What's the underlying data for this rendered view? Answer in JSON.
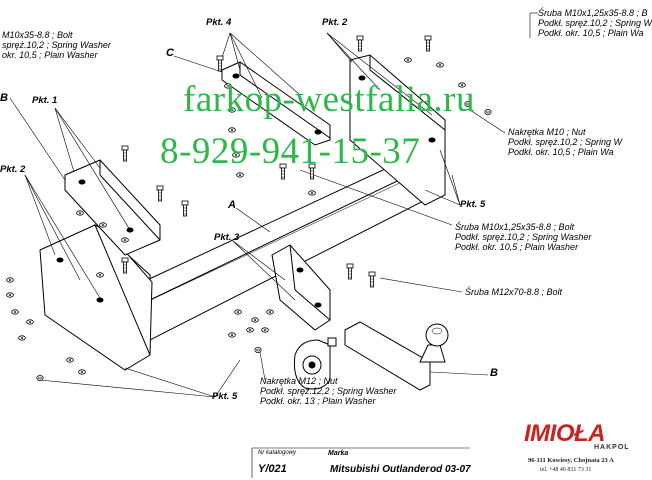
{
  "watermark": {
    "site": "farkop-westfalia.ru",
    "phone": "8-929-941-15-37"
  },
  "labels": {
    "pkt4": "Pkt. 4",
    "pkt2_top": "Pkt. 2",
    "pkt1": "Pkt. 1",
    "pkt2_left": "Pkt. 2",
    "pkt3": "Pkt. 3",
    "pkt5_right": "Pkt. 5",
    "pkt5_bottom": "Pkt. 5",
    "A": "A",
    "B_left": "B",
    "B_right": "B",
    "C": "C"
  },
  "notes": {
    "topleft": [
      "M10x35-8.8 ;  Bolt",
      "spręż.10,2 ; Spring Washer",
      "okr. 10,5 ; Plain Washer"
    ],
    "topright": [
      "Śruba M10x1,25x35-8.8 ;  B",
      "Podkł. spręż.10,2 ; Spring W",
      "Podkł. okr. 10,5 ; Plain Wa"
    ],
    "nut_right": [
      "Nakrętka  M10 ; Nut",
      "Podkł. spręż.10,2 ; Spring W",
      "Podkł. okr. 10,5 ; Plain Wa"
    ],
    "mid_right": [
      "Śruba M10x1,25x35-8.8 ;  Bolt",
      "Podkł. spręż.10,2 ; Spring Washer",
      "Podkł. okr. 10,5 ; Plain Washer"
    ],
    "bolt12": [
      "Śruba M12x70-8.8 ;  Bolt"
    ],
    "nut12": [
      "Nakrętka  M12 ; Nut",
      "Podkł. spręż.12,2 ; Spring Washer",
      "Podkł. okr. 13 ; Plain Washer"
    ]
  },
  "footer": {
    "catalog_header": "Nr katalogowy",
    "brand_header": "Marka",
    "catalog": "Y/021",
    "model": "Mitsubishi Outlander",
    "from": "od 03-07"
  },
  "logo": {
    "name": "IMIOŁA",
    "sub": "HAKPOL",
    "address": "96-111 Kowiesy, Chojnata 23 A",
    "tel": "tel. +48 46 831 73 31"
  },
  "colors": {
    "watermark": "#2db84a",
    "logo_accent": "#c8241f"
  }
}
